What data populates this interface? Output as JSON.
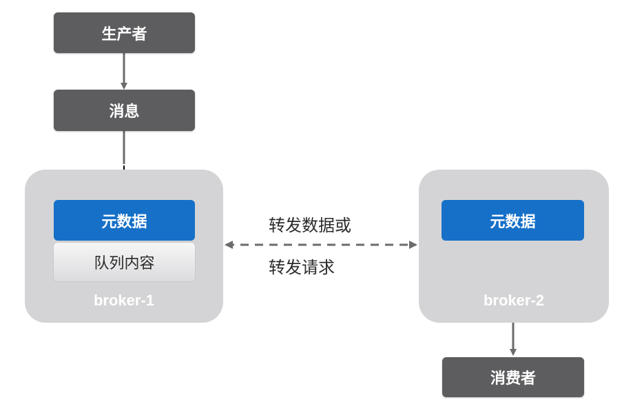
{
  "nodes": {
    "producer": "生产者",
    "message": "消息",
    "consumer": "消费者"
  },
  "broker1": {
    "label": "broker-1",
    "metadata": "元数据",
    "queue_content": "队列内容"
  },
  "broker2": {
    "label": "broker-2",
    "metadata": "元数据"
  },
  "forward": {
    "line1": "转发数据或",
    "line2": "转发请求"
  },
  "colors": {
    "dark_node": "#5d5d60",
    "broker_bg": "#d4d4d6",
    "metadata_blue": "#1670c8",
    "arrow": "#6b6b6b"
  }
}
